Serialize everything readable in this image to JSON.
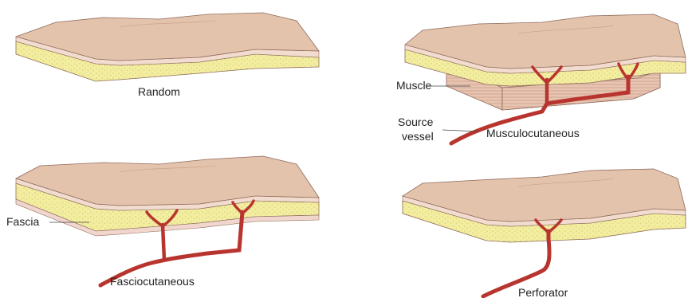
{
  "colors": {
    "skin_top": "#e4c3ad",
    "skin_edge": "#dcb3a0",
    "dermis": "#f2dcd0",
    "fat": "#f3eda0",
    "fat_dot": "#d7cf78",
    "fascia": "#f0d6cd",
    "muscle": "#e8c4b2",
    "vessel": "#b8352f",
    "outline": "#8e6a5a",
    "leader": "#444444"
  },
  "panels": [
    {
      "id": "random",
      "caption": "Random",
      "labels": []
    },
    {
      "id": "musculocutaneous",
      "caption": "Musculocutaneous",
      "labels": [
        "Muscle",
        "Source",
        "vessel"
      ]
    },
    {
      "id": "fasciocutaneous",
      "caption": "Fasciocutaneous",
      "labels": [
        "Fascia"
      ]
    },
    {
      "id": "perforator",
      "caption": "Perforator",
      "labels": []
    }
  ]
}
